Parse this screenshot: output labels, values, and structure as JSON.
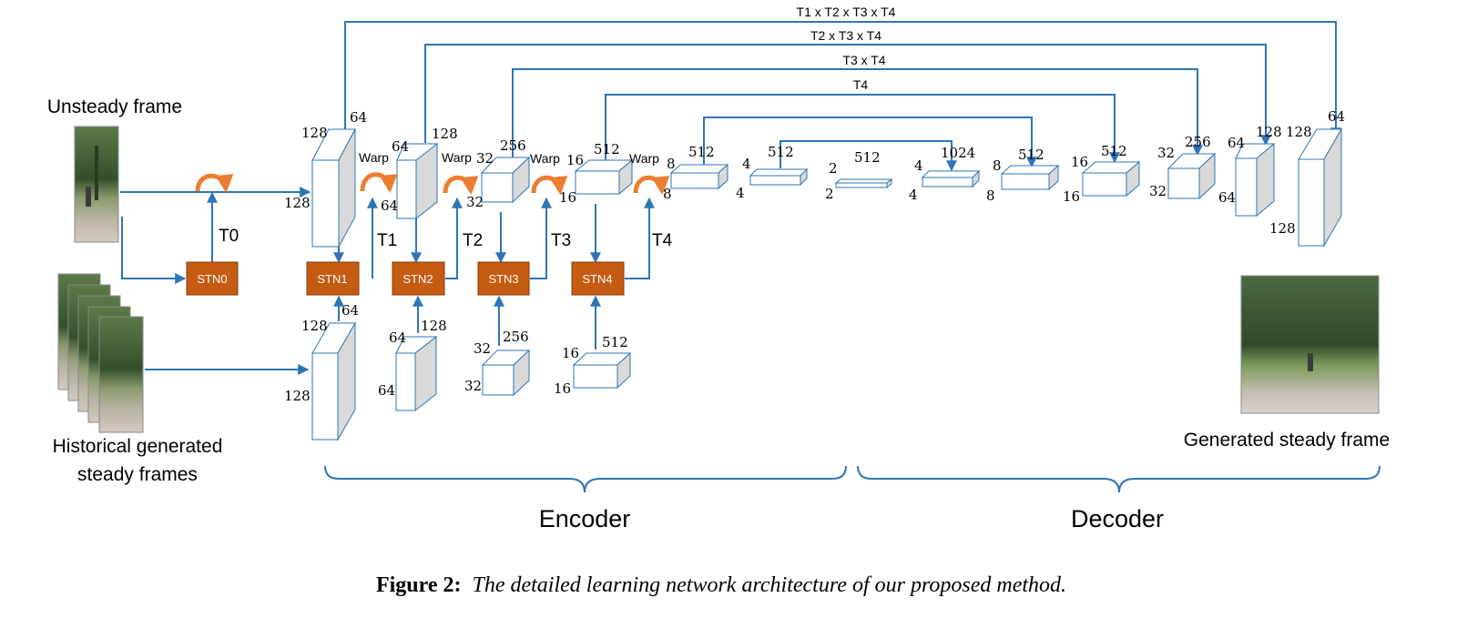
{
  "labels": {
    "unsteady": "Unsteady frame",
    "historical_1": "Historical generated",
    "historical_2": "steady frames",
    "generated": "Generated steady frame",
    "encoder": "Encoder",
    "decoder": "Decoder",
    "warp": "Warp"
  },
  "stn": [
    "STN0",
    "STN1",
    "STN2",
    "STN3",
    "STN4"
  ],
  "transforms": [
    "T0",
    "T1",
    "T2",
    "T3",
    "T4"
  ],
  "skips": [
    "T1 x T2 x T3 x T4",
    "T2 x T3 x T4",
    "T3 x T4",
    "T4"
  ],
  "dims": {
    "e1": [
      "64",
      "128",
      "128"
    ],
    "e2": [
      "128",
      "64",
      "64"
    ],
    "e3": [
      "256",
      "32",
      "32"
    ],
    "e4": [
      "512",
      "16",
      "16"
    ],
    "e5": [
      "512",
      "8",
      "8"
    ],
    "m1": [
      "512",
      "4",
      "4"
    ],
    "m2": [
      "512",
      "2",
      "2"
    ],
    "m3": [
      "1024",
      "4",
      "4"
    ],
    "d1": [
      "512",
      "8",
      "8"
    ],
    "d2": [
      "512",
      "16",
      "16"
    ],
    "d3": [
      "256",
      "32",
      "32"
    ],
    "d4": [
      "128",
      "64",
      "64"
    ],
    "d5": [
      "64",
      "128",
      "128"
    ],
    "h1": [
      "64",
      "128",
      "128"
    ],
    "h2": [
      "128",
      "64",
      "64"
    ],
    "h3": [
      "256",
      "32",
      "32"
    ],
    "h4": [
      "512",
      "16",
      "16"
    ]
  },
  "caption": {
    "label": "Figure 2:",
    "text": "The detailed learning network architecture of our proposed method."
  },
  "colors": {
    "line": "#2e75b6",
    "stn": "#c55a11",
    "warp_arrow": "#ed7d31",
    "slab_side": "#d9d9d9",
    "slab_edge": "#2e75b6"
  }
}
